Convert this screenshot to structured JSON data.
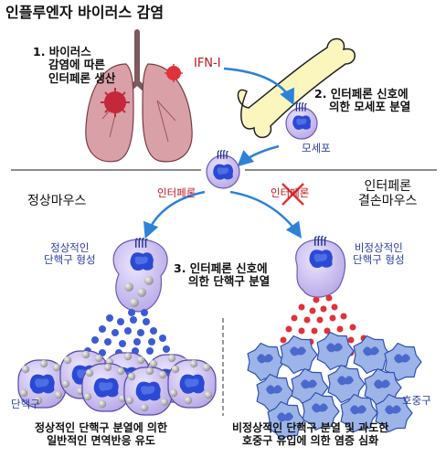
{
  "title": "인플루엔자 바이러스 감염",
  "step1": [
    "1. 바이러스",
    "감염에 따른",
    "인터페론 생산"
  ],
  "ifn_label": "IFN-I",
  "step2": [
    "2. 인터페론 신호에",
    "의한 모세포 분열"
  ],
  "mother_cell_label": "모세포",
  "left_group_label": "정상마우스",
  "right_group_label": [
    "인터페론",
    "결손마우스"
  ],
  "interferon_left": "인터페론",
  "interferon_right_blocked": "인터페론",
  "normal_formation": [
    "정상적인",
    "단핵구 형성"
  ],
  "abnormal_formation": [
    "비정상적인",
    "단핵구 형성"
  ],
  "step3": [
    "3. 인터페론 신호에",
    "의한 단핵구 분열"
  ],
  "monocyte_label": "단핵구",
  "neutrophil_label": "호중구",
  "bottom_left": [
    "정상적인 단핵구 분열에 의한",
    "일반적인 면역반응 유도"
  ],
  "bottom_right": [
    "비정상적인 단핵구 분열 및 과도한",
    "호중구 유입에 의한 염증 심화"
  ],
  "colors": {
    "lung": "#d9a0a8",
    "cell_fill": "#cfc3ee",
    "nucleus": "#2a49d6",
    "bone": "#fbf6bd",
    "arrow": "#2d82d8",
    "granule_blue": "#3b5bd6",
    "granule_red": "#e0323a",
    "neutrophil": "#9cb4e8"
  }
}
